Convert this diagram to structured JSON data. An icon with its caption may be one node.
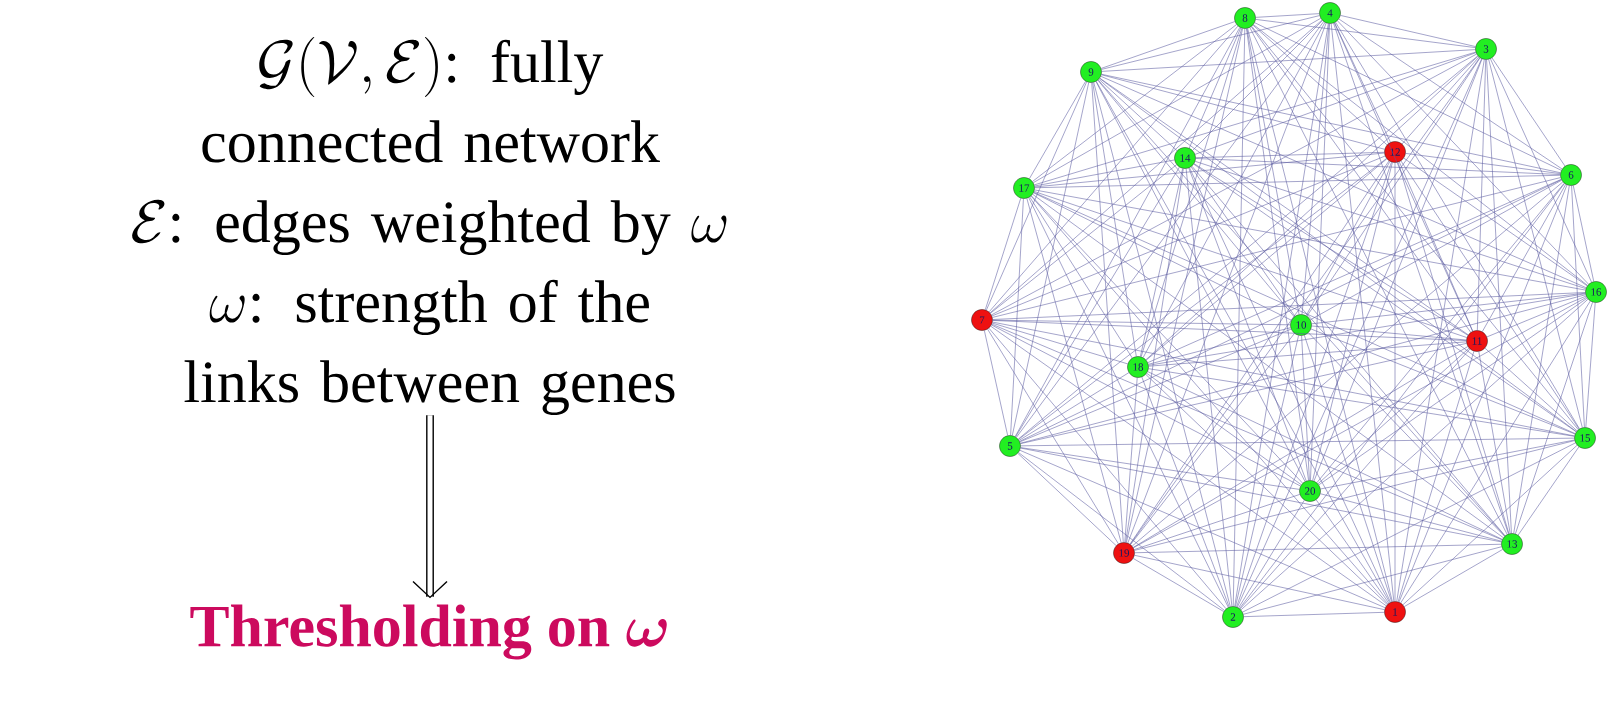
{
  "diagram": {
    "nodes": [
      {
        "text": [
          "1"
        ]
      },
      {
        "text": [
          "2"
        ]
      },
      {
        "text": [
          "3"
        ]
      },
      {
        "text": [
          "4"
        ]
      },
      {
        "text": [
          "5"
        ]
      },
      {
        "text": [
          "6"
        ]
      },
      {
        "text": [
          "7"
        ]
      },
      {
        "text": [
          "8"
        ]
      },
      {
        "text": [
          "9"
        ]
      },
      {
        "text": [
          "10"
        ]
      },
      {
        "text": [
          "11"
        ]
      },
      {
        "text": [
          "12"
        ]
      },
      {
        "text": [
          "13"
        ]
      },
      {
        "text": [
          "14"
        ]
      },
      {
        "text": [
          "15"
        ]
      },
      {
        "text": [
          "16"
        ]
      },
      {
        "text": [
          "17"
        ]
      },
      {
        "text": [
          "18"
        ]
      },
      {
        "text": [
          "19"
        ]
      },
      {
        "text": [
          "20"
        ]
      },
      {
        "text": [
          "\\mathcal{G}(\\mathcal{V},\\mathcal{E})",
          ": fully connected network",
          "\\mathcal{E}",
          ": edges weighted by ",
          "\\omega",
          "\\omega",
          ": strength of the links between genes"
        ]
      },
      {
        "text": [
          "Thresholding on",
          "\\boldsymbol{\\omega}"
        ]
      }
    ],
    "edges": [
      {
        "from": 0,
        "to": 1,
        "arrow": "none"
      },
      {
        "from": 0,
        "to": 2,
        "arrow": "none"
      },
      {
        "from": 0,
        "to": 3,
        "arrow": "none"
      },
      {
        "from": 0,
        "to": 4,
        "arrow": "none"
      },
      {
        "from": 0,
        "to": 5,
        "arrow": "none"
      },
      {
        "from": 0,
        "to": 6,
        "arrow": "none"
      },
      {
        "from": 0,
        "to": 7,
        "arrow": "none"
      },
      {
        "from": 0,
        "to": 8,
        "arrow": "none"
      },
      {
        "from": 0,
        "to": 9,
        "arrow": "none"
      },
      {
        "from": 0,
        "to": 10,
        "arrow": "none"
      },
      {
        "from": 0,
        "to": 11,
        "arrow": "none"
      },
      {
        "from": 0,
        "to": 12,
        "arrow": "none"
      },
      {
        "from": 0,
        "to": 13,
        "arrow": "none"
      },
      {
        "from": 0,
        "to": 14,
        "arrow": "none"
      },
      {
        "from": 0,
        "to": 15,
        "arrow": "none"
      },
      {
        "from": 0,
        "to": 16,
        "arrow": "none"
      },
      {
        "from": 0,
        "to": 17,
        "arrow": "none"
      },
      {
        "from": 0,
        "to": 18,
        "arrow": "none"
      },
      {
        "from": 0,
        "to": 19,
        "arrow": "none"
      },
      {
        "from": 1,
        "to": 2,
        "arrow": "none"
      },
      {
        "from": 1,
        "to": 3,
        "arrow": "none"
      },
      {
        "from": 1,
        "to": 4,
        "arrow": "none"
      },
      {
        "from": 1,
        "to": 5,
        "arrow": "none"
      },
      {
        "from": 1,
        "to": 6,
        "arrow": "none"
      },
      {
        "from": 1,
        "to": 7,
        "arrow": "none"
      },
      {
        "from": 1,
        "to": 8,
        "arrow": "none"
      },
      {
        "from": 1,
        "to": 9,
        "arrow": "none"
      },
      {
        "from": 1,
        "to": 10,
        "arrow": "none"
      },
      {
        "from": 1,
        "to": 11,
        "arrow": "none"
      },
      {
        "from": 1,
        "to": 12,
        "arrow": "none"
      },
      {
        "from": 1,
        "to": 13,
        "arrow": "none"
      },
      {
        "from": 1,
        "to": 14,
        "arrow": "none"
      },
      {
        "from": 1,
        "to": 15,
        "arrow": "none"
      },
      {
        "from": 1,
        "to": 16,
        "arrow": "none"
      },
      {
        "from": 1,
        "to": 17,
        "arrow": "none"
      },
      {
        "from": 1,
        "to": 18,
        "arrow": "none"
      },
      {
        "from": 1,
        "to": 19,
        "arrow": "none"
      },
      {
        "from": 2,
        "to": 3,
        "arrow": "none"
      },
      {
        "from": 2,
        "to": 4,
        "arrow": "none"
      },
      {
        "from": 2,
        "to": 5,
        "arrow": "none"
      },
      {
        "from": 2,
        "to": 6,
        "arrow": "none"
      },
      {
        "from": 2,
        "to": 7,
        "arrow": "none"
      },
      {
        "from": 2,
        "to": 8,
        "arrow": "none"
      },
      {
        "from": 2,
        "to": 9,
        "arrow": "none"
      },
      {
        "from": 2,
        "to": 10,
        "arrow": "none"
      },
      {
        "from": 2,
        "to": 11,
        "arrow": "none"
      },
      {
        "from": 2,
        "to": 12,
        "arrow": "none"
      },
      {
        "from": 2,
        "to": 13,
        "arrow": "none"
      },
      {
        "from": 2,
        "to": 14,
        "arrow": "none"
      },
      {
        "from": 2,
        "to": 15,
        "arrow": "none"
      },
      {
        "from": 2,
        "to": 16,
        "arrow": "none"
      },
      {
        "from": 2,
        "to": 17,
        "arrow": "none"
      },
      {
        "from": 2,
        "to": 18,
        "arrow": "none"
      },
      {
        "from": 2,
        "to": 19,
        "arrow": "none"
      },
      {
        "from": 3,
        "to": 4,
        "arrow": "none"
      },
      {
        "from": 3,
        "to": 5,
        "arrow": "none"
      },
      {
        "from": 3,
        "to": 6,
        "arrow": "none"
      },
      {
        "from": 3,
        "to": 7,
        "arrow": "none"
      },
      {
        "from": 3,
        "to": 8,
        "arrow": "none"
      },
      {
        "from": 3,
        "to": 9,
        "arrow": "none"
      },
      {
        "from": 3,
        "to": 10,
        "arrow": "none"
      },
      {
        "from": 3,
        "to": 11,
        "arrow": "none"
      },
      {
        "from": 3,
        "to": 12,
        "arrow": "none"
      },
      {
        "from": 3,
        "to": 13,
        "arrow": "none"
      },
      {
        "from": 3,
        "to": 14,
        "arrow": "none"
      },
      {
        "from": 3,
        "to": 15,
        "arrow": "none"
      },
      {
        "from": 3,
        "to": 16,
        "arrow": "none"
      },
      {
        "from": 3,
        "to": 17,
        "arrow": "none"
      },
      {
        "from": 3,
        "to": 18,
        "arrow": "none"
      },
      {
        "from": 3,
        "to": 19,
        "arrow": "none"
      },
      {
        "from": 4,
        "to": 5,
        "arrow": "none"
      },
      {
        "from": 4,
        "to": 6,
        "arrow": "none"
      },
      {
        "from": 4,
        "to": 7,
        "arrow": "none"
      },
      {
        "from": 4,
        "to": 8,
        "arrow": "none"
      },
      {
        "from": 4,
        "to": 9,
        "arrow": "none"
      },
      {
        "from": 4,
        "to": 10,
        "arrow": "none"
      },
      {
        "from": 4,
        "to": 11,
        "arrow": "none"
      },
      {
        "from": 4,
        "to": 12,
        "arrow": "none"
      },
      {
        "from": 4,
        "to": 13,
        "arrow": "none"
      },
      {
        "from": 4,
        "to": 14,
        "arrow": "none"
      },
      {
        "from": 4,
        "to": 15,
        "arrow": "none"
      },
      {
        "from": 4,
        "to": 16,
        "arrow": "none"
      },
      {
        "from": 4,
        "to": 17,
        "arrow": "none"
      },
      {
        "from": 4,
        "to": 18,
        "arrow": "none"
      },
      {
        "from": 4,
        "to": 19,
        "arrow": "none"
      },
      {
        "from": 5,
        "to": 6,
        "arrow": "none"
      },
      {
        "from": 5,
        "to": 7,
        "arrow": "none"
      },
      {
        "from": 5,
        "to": 8,
        "arrow": "none"
      },
      {
        "from": 5,
        "to": 9,
        "arrow": "none"
      },
      {
        "from": 5,
        "to": 10,
        "arrow": "none"
      },
      {
        "from": 5,
        "to": 11,
        "arrow": "none"
      },
      {
        "from": 5,
        "to": 12,
        "arrow": "none"
      },
      {
        "from": 5,
        "to": 13,
        "arrow": "none"
      },
      {
        "from": 5,
        "to": 14,
        "arrow": "none"
      },
      {
        "from": 5,
        "to": 15,
        "arrow": "none"
      },
      {
        "from": 5,
        "to": 16,
        "arrow": "none"
      },
      {
        "from": 5,
        "to": 17,
        "arrow": "none"
      },
      {
        "from": 5,
        "to": 18,
        "arrow": "none"
      },
      {
        "from": 5,
        "to": 19,
        "arrow": "none"
      },
      {
        "from": 6,
        "to": 7,
        "arrow": "none"
      },
      {
        "from": 6,
        "to": 8,
        "arrow": "none"
      },
      {
        "from": 6,
        "to": 9,
        "arrow": "none"
      },
      {
        "from": 6,
        "to": 10,
        "arrow": "none"
      },
      {
        "from": 6,
        "to": 11,
        "arrow": "none"
      },
      {
        "from": 6,
        "to": 12,
        "arrow": "none"
      },
      {
        "from": 6,
        "to": 13,
        "arrow": "none"
      },
      {
        "from": 6,
        "to": 14,
        "arrow": "none"
      },
      {
        "from": 6,
        "to": 15,
        "arrow": "none"
      },
      {
        "from": 6,
        "to": 16,
        "arrow": "none"
      },
      {
        "from": 6,
        "to": 17,
        "arrow": "none"
      },
      {
        "from": 6,
        "to": 18,
        "arrow": "none"
      },
      {
        "from": 6,
        "to": 19,
        "arrow": "none"
      },
      {
        "from": 7,
        "to": 8,
        "arrow": "none"
      },
      {
        "from": 7,
        "to": 9,
        "arrow": "none"
      },
      {
        "from": 7,
        "to": 10,
        "arrow": "none"
      },
      {
        "from": 7,
        "to": 11,
        "arrow": "none"
      },
      {
        "from": 7,
        "to": 12,
        "arrow": "none"
      },
      {
        "from": 7,
        "to": 13,
        "arrow": "none"
      },
      {
        "from": 7,
        "to": 14,
        "arrow": "none"
      },
      {
        "from": 7,
        "to": 15,
        "arrow": "none"
      },
      {
        "from": 7,
        "to": 16,
        "arrow": "none"
      },
      {
        "from": 7,
        "to": 17,
        "arrow": "none"
      },
      {
        "from": 7,
        "to": 18,
        "arrow": "none"
      },
      {
        "from": 7,
        "to": 19,
        "arrow": "none"
      },
      {
        "from": 8,
        "to": 9,
        "arrow": "none"
      },
      {
        "from": 8,
        "to": 10,
        "arrow": "none"
      },
      {
        "from": 8,
        "to": 11,
        "arrow": "none"
      },
      {
        "from": 8,
        "to": 12,
        "arrow": "none"
      },
      {
        "from": 8,
        "to": 13,
        "arrow": "none"
      },
      {
        "from": 8,
        "to": 14,
        "arrow": "none"
      },
      {
        "from": 8,
        "to": 15,
        "arrow": "none"
      },
      {
        "from": 8,
        "to": 16,
        "arrow": "none"
      },
      {
        "from": 8,
        "to": 17,
        "arrow": "none"
      },
      {
        "from": 8,
        "to": 18,
        "arrow": "none"
      },
      {
        "from": 8,
        "to": 19,
        "arrow": "none"
      },
      {
        "from": 9,
        "to": 10,
        "arrow": "none"
      },
      {
        "from": 9,
        "to": 11,
        "arrow": "none"
      },
      {
        "from": 9,
        "to": 12,
        "arrow": "none"
      },
      {
        "from": 9,
        "to": 13,
        "arrow": "none"
      },
      {
        "from": 9,
        "to": 14,
        "arrow": "none"
      },
      {
        "from": 9,
        "to": 15,
        "arrow": "none"
      },
      {
        "from": 9,
        "to": 16,
        "arrow": "none"
      },
      {
        "from": 9,
        "to": 17,
        "arrow": "none"
      },
      {
        "from": 9,
        "to": 18,
        "arrow": "none"
      },
      {
        "from": 9,
        "to": 19,
        "arrow": "none"
      },
      {
        "from": 10,
        "to": 11,
        "arrow": "none"
      },
      {
        "from": 10,
        "to": 12,
        "arrow": "none"
      },
      {
        "from": 10,
        "to": 13,
        "arrow": "none"
      },
      {
        "from": 10,
        "to": 14,
        "arrow": "none"
      },
      {
        "from": 10,
        "to": 15,
        "arrow": "none"
      },
      {
        "from": 10,
        "to": 16,
        "arrow": "none"
      },
      {
        "from": 10,
        "to": 17,
        "arrow": "none"
      },
      {
        "from": 10,
        "to": 18,
        "arrow": "none"
      },
      {
        "from": 10,
        "to": 19,
        "arrow": "none"
      },
      {
        "from": 11,
        "to": 12,
        "arrow": "none"
      },
      {
        "from": 11,
        "to": 13,
        "arrow": "none"
      },
      {
        "from": 11,
        "to": 14,
        "arrow": "none"
      },
      {
        "from": 11,
        "to": 15,
        "arrow": "none"
      },
      {
        "from": 11,
        "to": 16,
        "arrow": "none"
      },
      {
        "from": 11,
        "to": 17,
        "arrow": "none"
      },
      {
        "from": 11,
        "to": 18,
        "arrow": "none"
      },
      {
        "from": 11,
        "to": 19,
        "arrow": "none"
      },
      {
        "from": 12,
        "to": 13,
        "arrow": "none"
      },
      {
        "from": 12,
        "to": 14,
        "arrow": "none"
      },
      {
        "from": 12,
        "to": 15,
        "arrow": "none"
      },
      {
        "from": 12,
        "to": 16,
        "arrow": "none"
      },
      {
        "from": 12,
        "to": 17,
        "arrow": "none"
      },
      {
        "from": 12,
        "to": 18,
        "arrow": "none"
      },
      {
        "from": 12,
        "to": 19,
        "arrow": "none"
      },
      {
        "from": 13,
        "to": 14,
        "arrow": "none"
      },
      {
        "from": 13,
        "to": 15,
        "arrow": "none"
      },
      {
        "from": 13,
        "to": 16,
        "arrow": "none"
      },
      {
        "from": 13,
        "to": 17,
        "arrow": "none"
      },
      {
        "from": 13,
        "to": 18,
        "arrow": "none"
      },
      {
        "from": 13,
        "to": 19,
        "arrow": "none"
      },
      {
        "from": 14,
        "to": 15,
        "arrow": "none"
      },
      {
        "from": 14,
        "to": 16,
        "arrow": "none"
      },
      {
        "from": 14,
        "to": 17,
        "arrow": "none"
      },
      {
        "from": 14,
        "to": 18,
        "arrow": "none"
      },
      {
        "from": 14,
        "to": 19,
        "arrow": "none"
      },
      {
        "from": 15,
        "to": 16,
        "arrow": "none"
      },
      {
        "from": 15,
        "to": 17,
        "arrow": "none"
      },
      {
        "from": 15,
        "to": 18,
        "arrow": "none"
      },
      {
        "from": 15,
        "to": 19,
        "arrow": "none"
      },
      {
        "from": 16,
        "to": 17,
        "arrow": "none"
      },
      {
        "from": 16,
        "to": 18,
        "arrow": "none"
      },
      {
        "from": 16,
        "to": 19,
        "arrow": "none"
      },
      {
        "from": 17,
        "to": 18,
        "arrow": "none"
      },
      {
        "from": 17,
        "to": 19,
        "arrow": "none"
      },
      {
        "from": 18,
        "to": 19,
        "arrow": "none"
      },
      {
        "from": 20,
        "to": 21,
        "arrow": "to",
        "style": "thick",
        "color": "#000000"
      }
    ]
  }
}
